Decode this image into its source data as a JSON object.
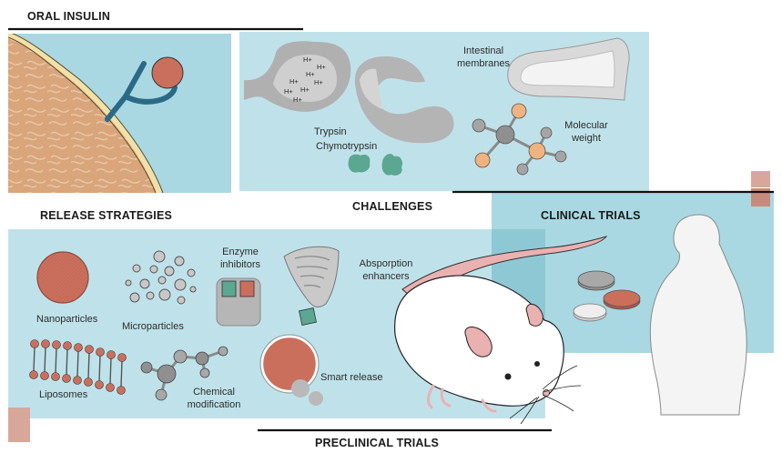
{
  "sections": {
    "oral_insulin": "ORAL INSULIN",
    "challenges": "CHALLENGES",
    "release_strategies": "RELEASE STRATEGIES",
    "clinical_trials": "CLINICAL TRIALS",
    "preclinical_trials": "PRECLINICAL TRIALS"
  },
  "challenges": {
    "proton": "H+",
    "trypsin": "Trypsin",
    "chymotrypsin": "Chymotrypsin",
    "intestinal_membranes": [
      "Intestinal",
      "membranes"
    ],
    "molecular_weight": [
      "Molecular",
      "weight"
    ]
  },
  "strategies": {
    "enzyme_inhibitors": [
      "Enzyme",
      "inhibitors"
    ],
    "absorption_enhancers": [
      "Absporption",
      "enhancers"
    ],
    "nanoparticles": "Nanoparticles",
    "microparticles": "Microparticles",
    "liposomes": "Liposomes",
    "chemical_modification": [
      "Chemical",
      "modification"
    ],
    "smart_release": "Smart release"
  },
  "colors": {
    "panel_blue": "#a9d8e2",
    "cell_tan": "#d9a57b",
    "insulin_red": "#cb6f5d",
    "receptor_teal": "#2b6a86",
    "enzyme_green": "#5ba791",
    "gray": "#b4b4b4",
    "rat_pink": "#eab1b1"
  }
}
